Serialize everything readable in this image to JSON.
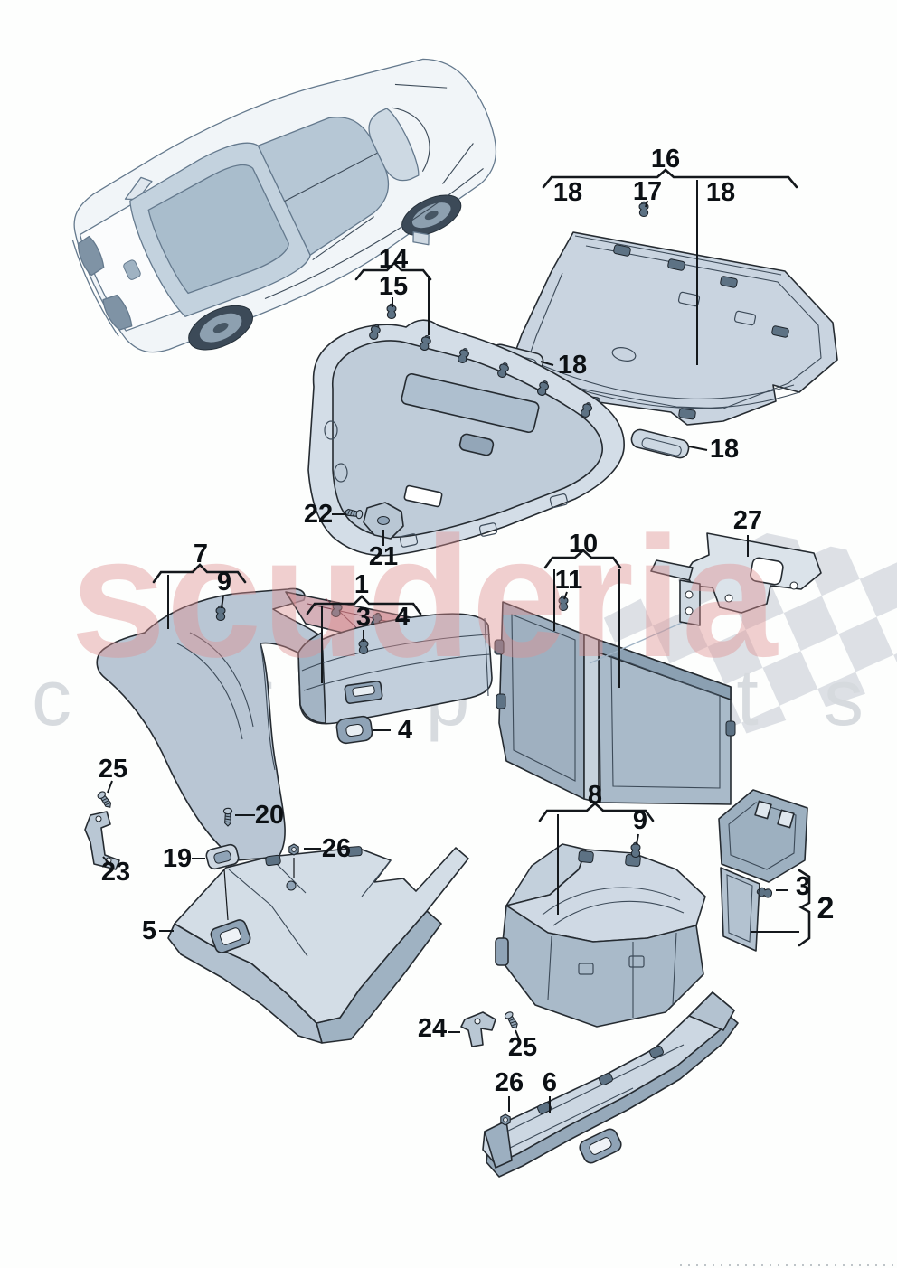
{
  "watermark": {
    "brand": "scuderia",
    "tagline": "car parts"
  },
  "colors": {
    "background": "#fdfefd",
    "outline": "#252b31",
    "panel_light": "#d2dce6",
    "panel_mid": "#b9c6d4",
    "panel_deep": "#9cafc0",
    "panel_shade": "#8598ab",
    "clip_fill": "#5d7284",
    "red_flange": "#c795a0",
    "watermark_red": "#e09090",
    "watermark_gray": "#d6dade",
    "checker_gray": "#d9dde2",
    "car_line": "#64798d",
    "glass": "#b7c8d6"
  },
  "callouts": {
    "c16": "16",
    "c18a": "18",
    "c17": "17",
    "c18b": "18",
    "c14": "14",
    "c15": "15",
    "c18c": "18",
    "c18d": "18",
    "c22": "22",
    "c21": "21",
    "c27": "27",
    "c7": "7",
    "c9a": "9",
    "c1": "1",
    "c3a": "3",
    "c4a": "4",
    "c4b": "4",
    "c10": "10",
    "c11": "11",
    "c25a": "25",
    "c23": "23",
    "c20": "20",
    "c19": "19",
    "c26a": "26",
    "c5": "5",
    "c8": "8",
    "c9b": "9",
    "c3b": "3",
    "c2": "2",
    "c24": "24",
    "c25b": "25",
    "c26b": "26",
    "c6": "6"
  }
}
